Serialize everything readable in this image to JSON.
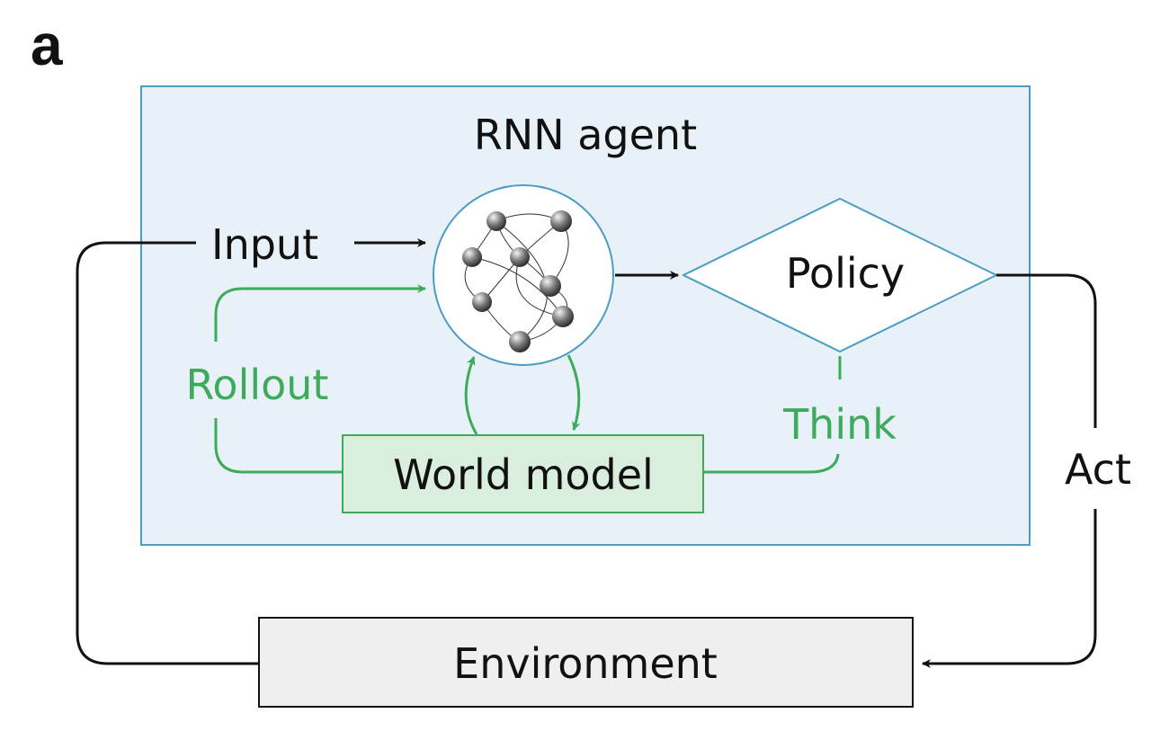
{
  "panel_label": "a",
  "agent_box": {
    "title": "RNN agent"
  },
  "nodes": {
    "input_label": "Input",
    "policy_label": "Policy",
    "world_model_label": "World model",
    "environment_label": "Environment"
  },
  "edge_labels": {
    "rollout": "Rollout",
    "think": "Think",
    "act": "Act"
  },
  "colors": {
    "agent_fill": "#e8f1f7",
    "agent_stroke": "#4a9cc4",
    "green": "#3daa5c",
    "world_model_fill": "#d9eedd",
    "environment_fill": "#efefef",
    "black": "#111111"
  }
}
